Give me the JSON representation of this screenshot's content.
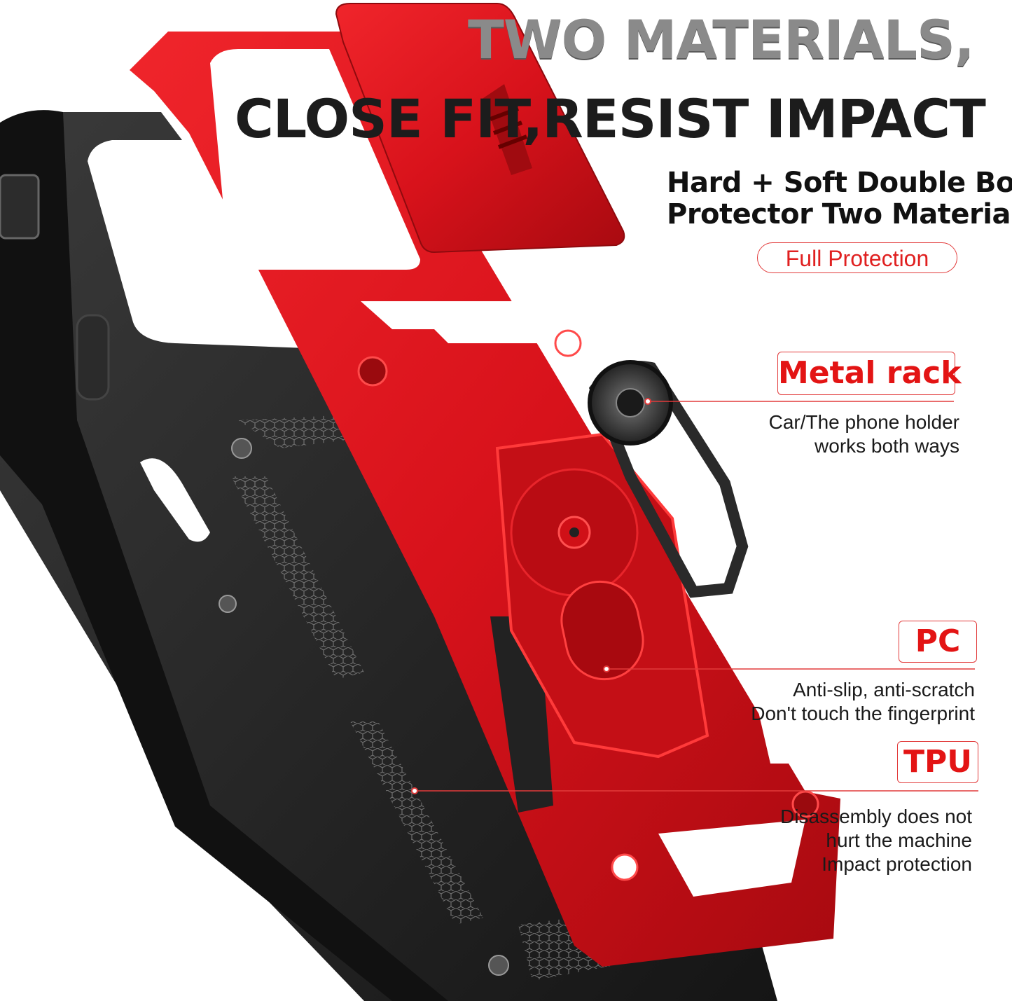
{
  "headline": {
    "line1": "TWO MATERIALS,",
    "line2": "CLOSE FIT,RESIST IMPACT"
  },
  "subheading": {
    "line1": "Hard + Soft Double Body",
    "line2": "Protector Two Materials"
  },
  "badge": "Full Protection",
  "features": {
    "metal": {
      "tag": "Metal rack",
      "lines": [
        "Car/The phone holder",
        "works both ways"
      ]
    },
    "pc": {
      "tag": "PC",
      "lines": [
        "Anti-slip, anti-scratch",
        "Don't touch the fingerprint"
      ]
    },
    "tpu": {
      "tag": "TPU",
      "lines": [
        "Disassembly does not",
        "hurt the machine",
        "Impact protection"
      ]
    }
  },
  "colors": {
    "accent_red": "#e31414",
    "case_red": "#d8121b",
    "case_black": "#1e1e1e",
    "headline_gray": "#8a8a8a"
  },
  "icons": [
    "ring-holder-icon",
    "camera-slider-icon"
  ]
}
